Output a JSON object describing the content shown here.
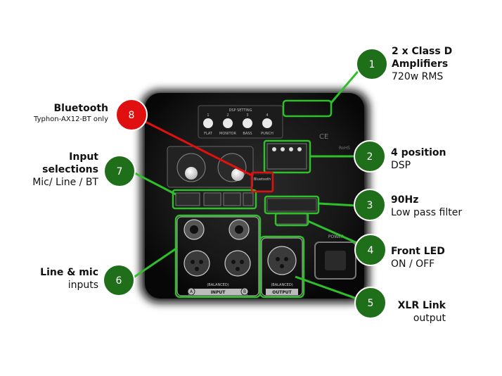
{
  "colors": {
    "callout_green": "#1f6e1a",
    "callout_red": "#e01010",
    "leader_green": "#2fbf2a",
    "leader_red": "#e01010",
    "panel_dark": "#1a1a1a"
  },
  "panel_text": {
    "dsp_setting": "DSP SETTING",
    "dsp_modes": [
      "FLAT",
      "MONITOR",
      "BASS",
      "PUNCH"
    ],
    "dsp_numbers": [
      "1",
      "2",
      "3",
      "4"
    ],
    "power": "POWER",
    "rohs": "RoHS",
    "ce": "CE",
    "bluetooth": "Bluetooth",
    "balanced_input": "(BALANCED)",
    "input": "INPUT",
    "balanced_output": "(BALANCED)",
    "output": "OUTPUT",
    "channel_a": "A",
    "channel_b": "B"
  },
  "callouts": [
    {
      "number": "1",
      "title_lines": [
        "2 x Class D",
        "Amplifiers"
      ],
      "sub_lines": [
        "720w RMS"
      ]
    },
    {
      "number": "2",
      "title_lines": [
        "4 position"
      ],
      "sub_lines": [
        "DSP"
      ]
    },
    {
      "number": "3",
      "title_lines": [
        "90Hz"
      ],
      "sub_lines": [
        "Low pass filter"
      ]
    },
    {
      "number": "4",
      "title_lines": [
        "Front LED"
      ],
      "sub_lines": [
        "ON / OFF"
      ]
    },
    {
      "number": "5",
      "title_lines": [
        "XLR Link"
      ],
      "sub_lines": [
        "output"
      ]
    },
    {
      "number": "6",
      "title_lines": [
        "Line & mic"
      ],
      "sub_lines": [
        "inputs"
      ]
    },
    {
      "number": "7",
      "title_lines": [
        "Input",
        "selections"
      ],
      "sub_lines": [
        "Mic/ Line / BT"
      ]
    },
    {
      "number": "8",
      "title_lines": [
        "Bluetooth"
      ],
      "sub_lines": [
        "Typhon-AX12-BT only"
      ]
    }
  ]
}
